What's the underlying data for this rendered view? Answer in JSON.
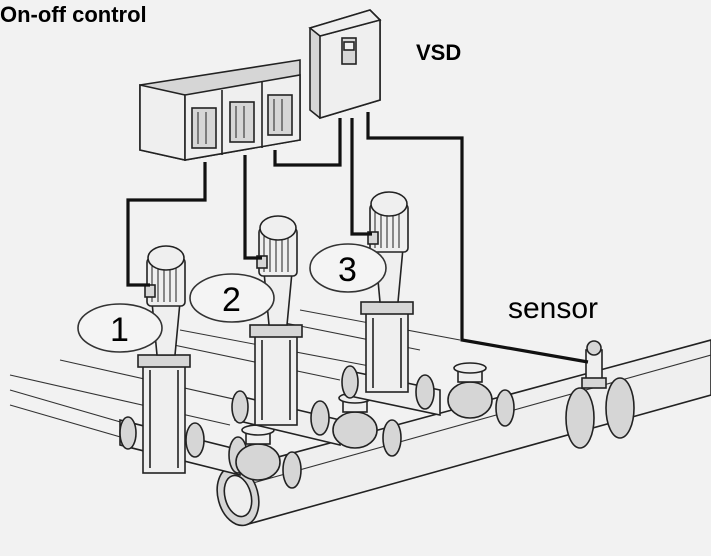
{
  "labels": {
    "on_off_control": "On-off control",
    "vsd": "VSD",
    "sensor": "sensor"
  },
  "pumps": [
    {
      "number": "1"
    },
    {
      "number": "2"
    },
    {
      "number": "3"
    }
  ]
}
